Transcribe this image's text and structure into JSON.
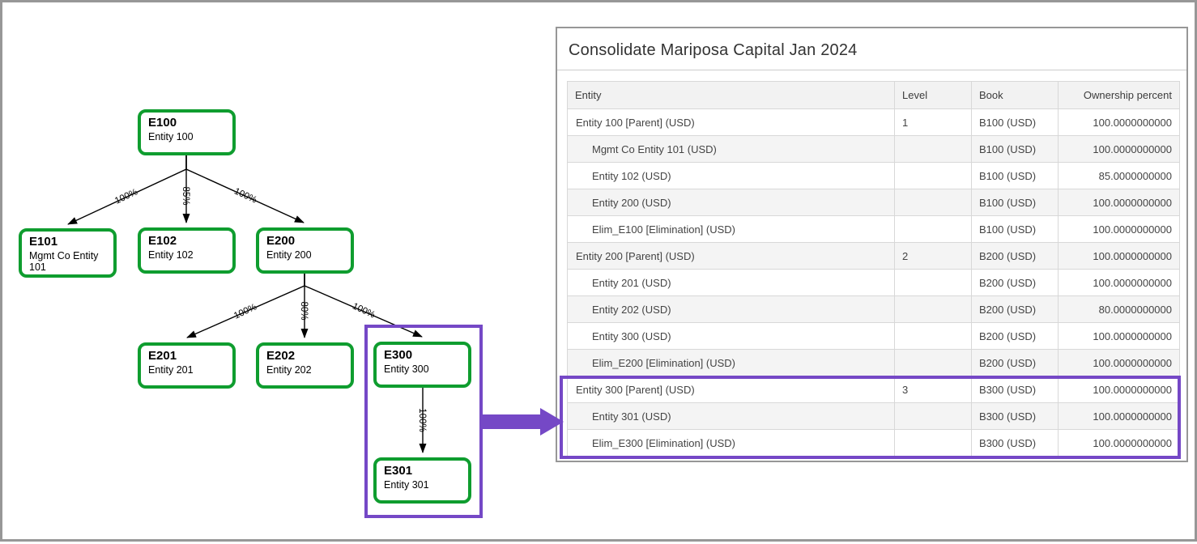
{
  "colors": {
    "green": "#0f9d2f",
    "purple": "#7548c6",
    "frame_gray": "#979797"
  },
  "diagram": {
    "nodes": [
      {
        "code": "E100",
        "name": "Entity 100"
      },
      {
        "code": "E101",
        "name": "Mgmt Co Entity 101"
      },
      {
        "code": "E102",
        "name": "Entity 102"
      },
      {
        "code": "E200",
        "name": "Entity 200"
      },
      {
        "code": "E201",
        "name": "Entity 201"
      },
      {
        "code": "E202",
        "name": "Entity 202"
      },
      {
        "code": "E300",
        "name": "Entity 300"
      },
      {
        "code": "E301",
        "name": "Entity 301"
      }
    ],
    "edges": [
      {
        "from": "E100",
        "to": "E101",
        "label": "100%"
      },
      {
        "from": "E100",
        "to": "E102",
        "label": "85%"
      },
      {
        "from": "E100",
        "to": "E200",
        "label": "100%"
      },
      {
        "from": "E200",
        "to": "E201",
        "label": "100%"
      },
      {
        "from": "E200",
        "to": "E202",
        "label": "80%"
      },
      {
        "from": "E200",
        "to": "E300",
        "label": "100%"
      },
      {
        "from": "E300",
        "to": "E301",
        "label": "100%"
      }
    ],
    "highlighted_group": [
      "E300",
      "E301"
    ]
  },
  "report": {
    "title": "Consolidate Mariposa Capital Jan 2024",
    "columns": [
      "Entity",
      "Level",
      "Book",
      "Ownership percent"
    ],
    "rows": [
      {
        "entity": "Entity 100 [Parent] (USD)",
        "level": "1",
        "book": "B100 (USD)",
        "ownership": "100.0000000000",
        "indent": 0,
        "highlight": false
      },
      {
        "entity": "Mgmt Co Entity 101 (USD)",
        "level": "",
        "book": "B100 (USD)",
        "ownership": "100.0000000000",
        "indent": 1,
        "highlight": false
      },
      {
        "entity": "Entity 102 (USD)",
        "level": "",
        "book": "B100 (USD)",
        "ownership": "85.0000000000",
        "indent": 1,
        "highlight": false
      },
      {
        "entity": "Entity 200 (USD)",
        "level": "",
        "book": "B100 (USD)",
        "ownership": "100.0000000000",
        "indent": 1,
        "highlight": false
      },
      {
        "entity": "Elim_E100 [Elimination] (USD)",
        "level": "",
        "book": "B100 (USD)",
        "ownership": "100.0000000000",
        "indent": 1,
        "highlight": false
      },
      {
        "entity": "Entity 200 [Parent] (USD)",
        "level": "2",
        "book": "B200 (USD)",
        "ownership": "100.0000000000",
        "indent": 0,
        "highlight": false
      },
      {
        "entity": "Entity 201 (USD)",
        "level": "",
        "book": "B200 (USD)",
        "ownership": "100.0000000000",
        "indent": 1,
        "highlight": false
      },
      {
        "entity": "Entity 202 (USD)",
        "level": "",
        "book": "B200 (USD)",
        "ownership": "80.0000000000",
        "indent": 1,
        "highlight": false
      },
      {
        "entity": "Entity 300 (USD)",
        "level": "",
        "book": "B200 (USD)",
        "ownership": "100.0000000000",
        "indent": 1,
        "highlight": false
      },
      {
        "entity": "Elim_E200 [Elimination] (USD)",
        "level": "",
        "book": "B200 (USD)",
        "ownership": "100.0000000000",
        "indent": 1,
        "highlight": false
      },
      {
        "entity": "Entity 300 [Parent] (USD)",
        "level": "3",
        "book": "B300 (USD)",
        "ownership": "100.0000000000",
        "indent": 0,
        "highlight": true
      },
      {
        "entity": "Entity 301 (USD)",
        "level": "",
        "book": "B300 (USD)",
        "ownership": "100.0000000000",
        "indent": 1,
        "highlight": true
      },
      {
        "entity": "Elim_E300 [Elimination] (USD)",
        "level": "",
        "book": "B300 (USD)",
        "ownership": "100.0000000000",
        "indent": 1,
        "highlight": true
      }
    ]
  }
}
